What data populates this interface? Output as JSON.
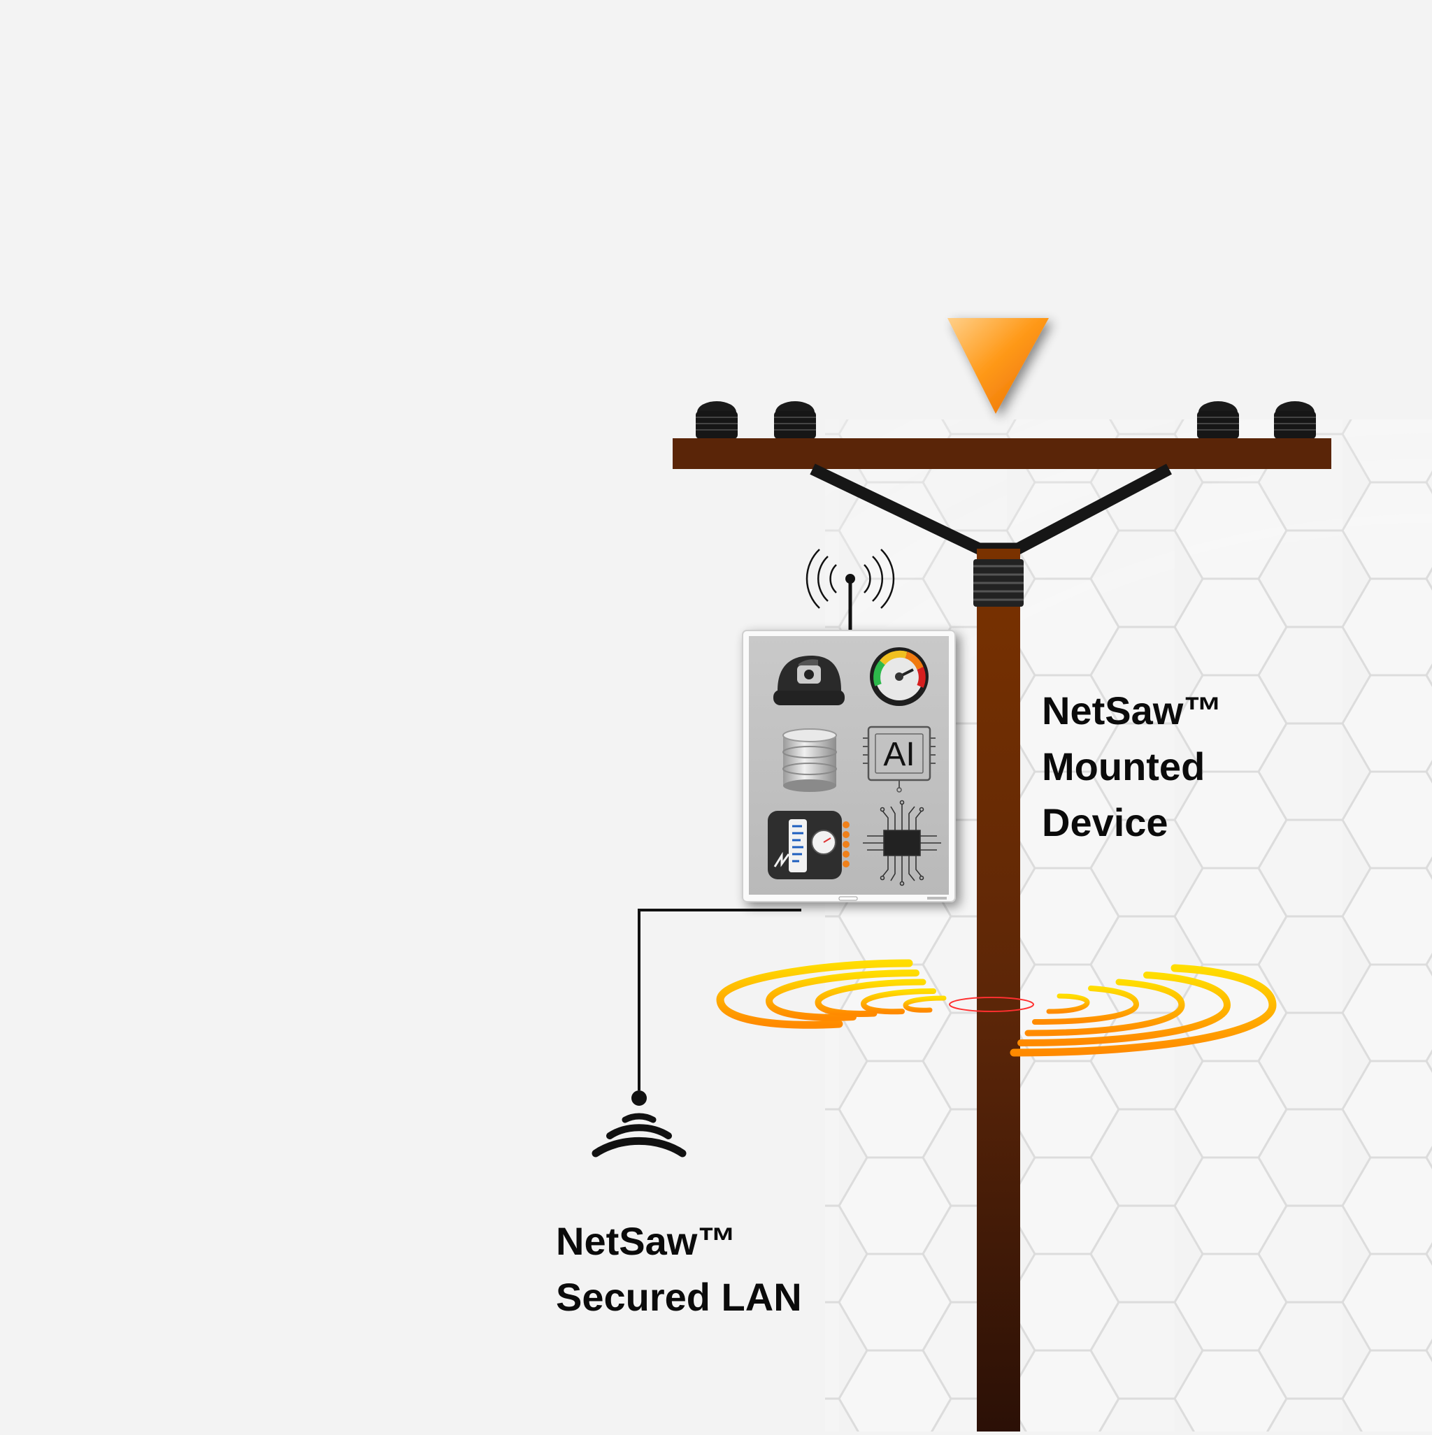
{
  "colors": {
    "background": "#f3f3f3",
    "pole": "#5a2a0c",
    "crossarm": "#5a2508",
    "accent_triangle": "#ff8a00",
    "signal_rings": "#ffb300",
    "text": "#0b0b0b"
  },
  "labels": {
    "device": [
      "NetSaw™",
      "Mounted",
      "Device"
    ],
    "lan": [
      "NetSaw™",
      "Secured LAN"
    ]
  },
  "device_panel": {
    "icons": [
      "dome-camera-icon",
      "speed-gauge-icon",
      "database-icon",
      "ai-chip-icon",
      "meter-module-icon",
      "circuit-chip-icon"
    ],
    "chip_text": "AI"
  },
  "icons": {
    "top_marker": "orange-triangle-icon",
    "antenna": "broadcast-antenna-icon",
    "wifi": "wifi-icon"
  }
}
